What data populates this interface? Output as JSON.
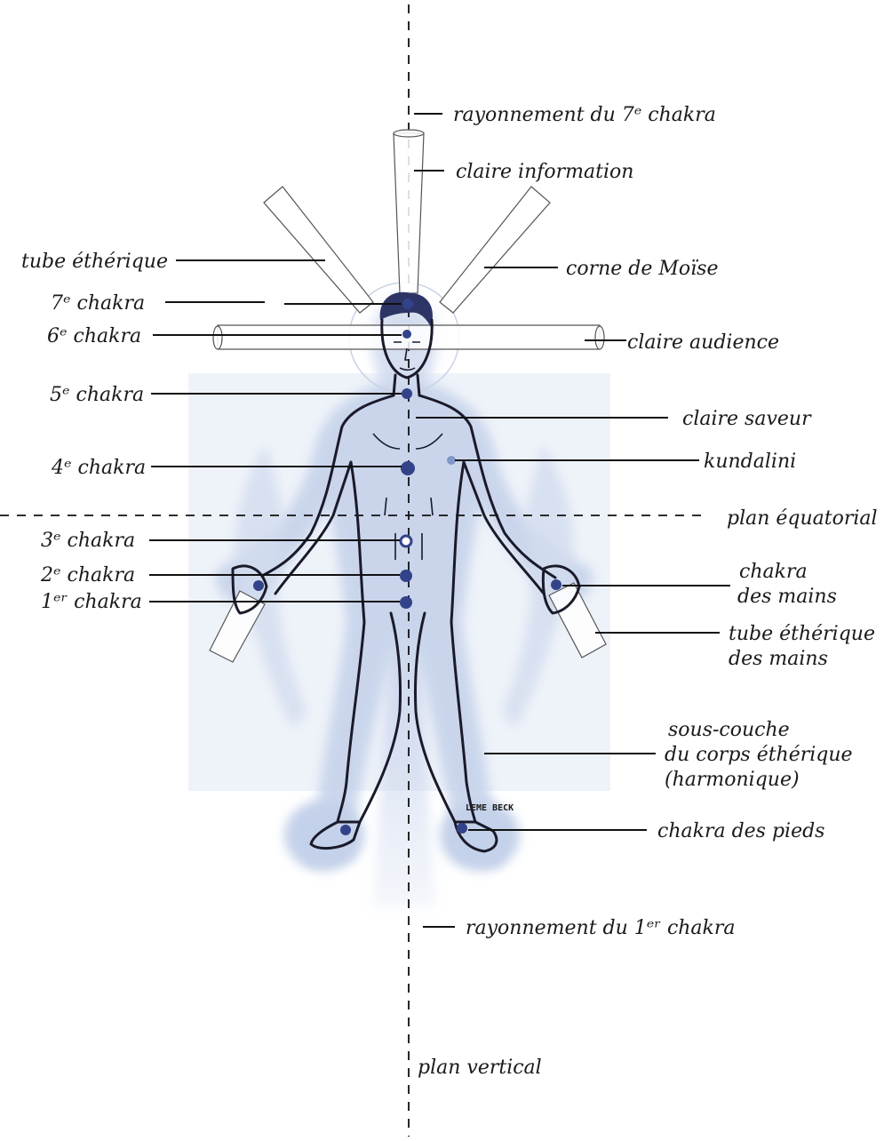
{
  "labels": {
    "ray_7": "rayonnement du 7ᵉ chakra",
    "claire_information": "claire information",
    "tube_etherique": "tube éthérique",
    "corne_moise": "corne de Moïse",
    "chakra_7": "7ᵉ chakra",
    "chakra_6": "6ᵉ chakra",
    "claire_audience": "claire audience",
    "chakra_5": "5ᵉ chakra",
    "claire_saveur": "claire saveur",
    "chakra_4": "4ᵉ chakra",
    "kundalini": "kundalini",
    "plan_equatorial": "plan équatorial",
    "chakra_3": "3ᵉ chakra",
    "chakra_2": "2ᵉ chakra",
    "chakra_1": "1ᵉʳ chakra",
    "chakra_mains_1": "chakra",
    "chakra_mains_2": "des mains",
    "tube_mains_1": "tube éthérique",
    "tube_mains_2": "des mains",
    "sous_couche_1": "sous-couche",
    "sous_couche_2": "du corps éthérique",
    "sous_couche_3": "(harmonique)",
    "chakra_pieds": "chakra des pieds",
    "ray_1": "rayonnement du 1ᵉʳ chakra",
    "plan_vertical": "plan vertical",
    "signature": "LEME BECK"
  },
  "colors": {
    "aura": "#b9c9e4",
    "aura_dark": "#7f98c9",
    "chakra": "#33438a",
    "outline": "#1a1a2a"
  }
}
